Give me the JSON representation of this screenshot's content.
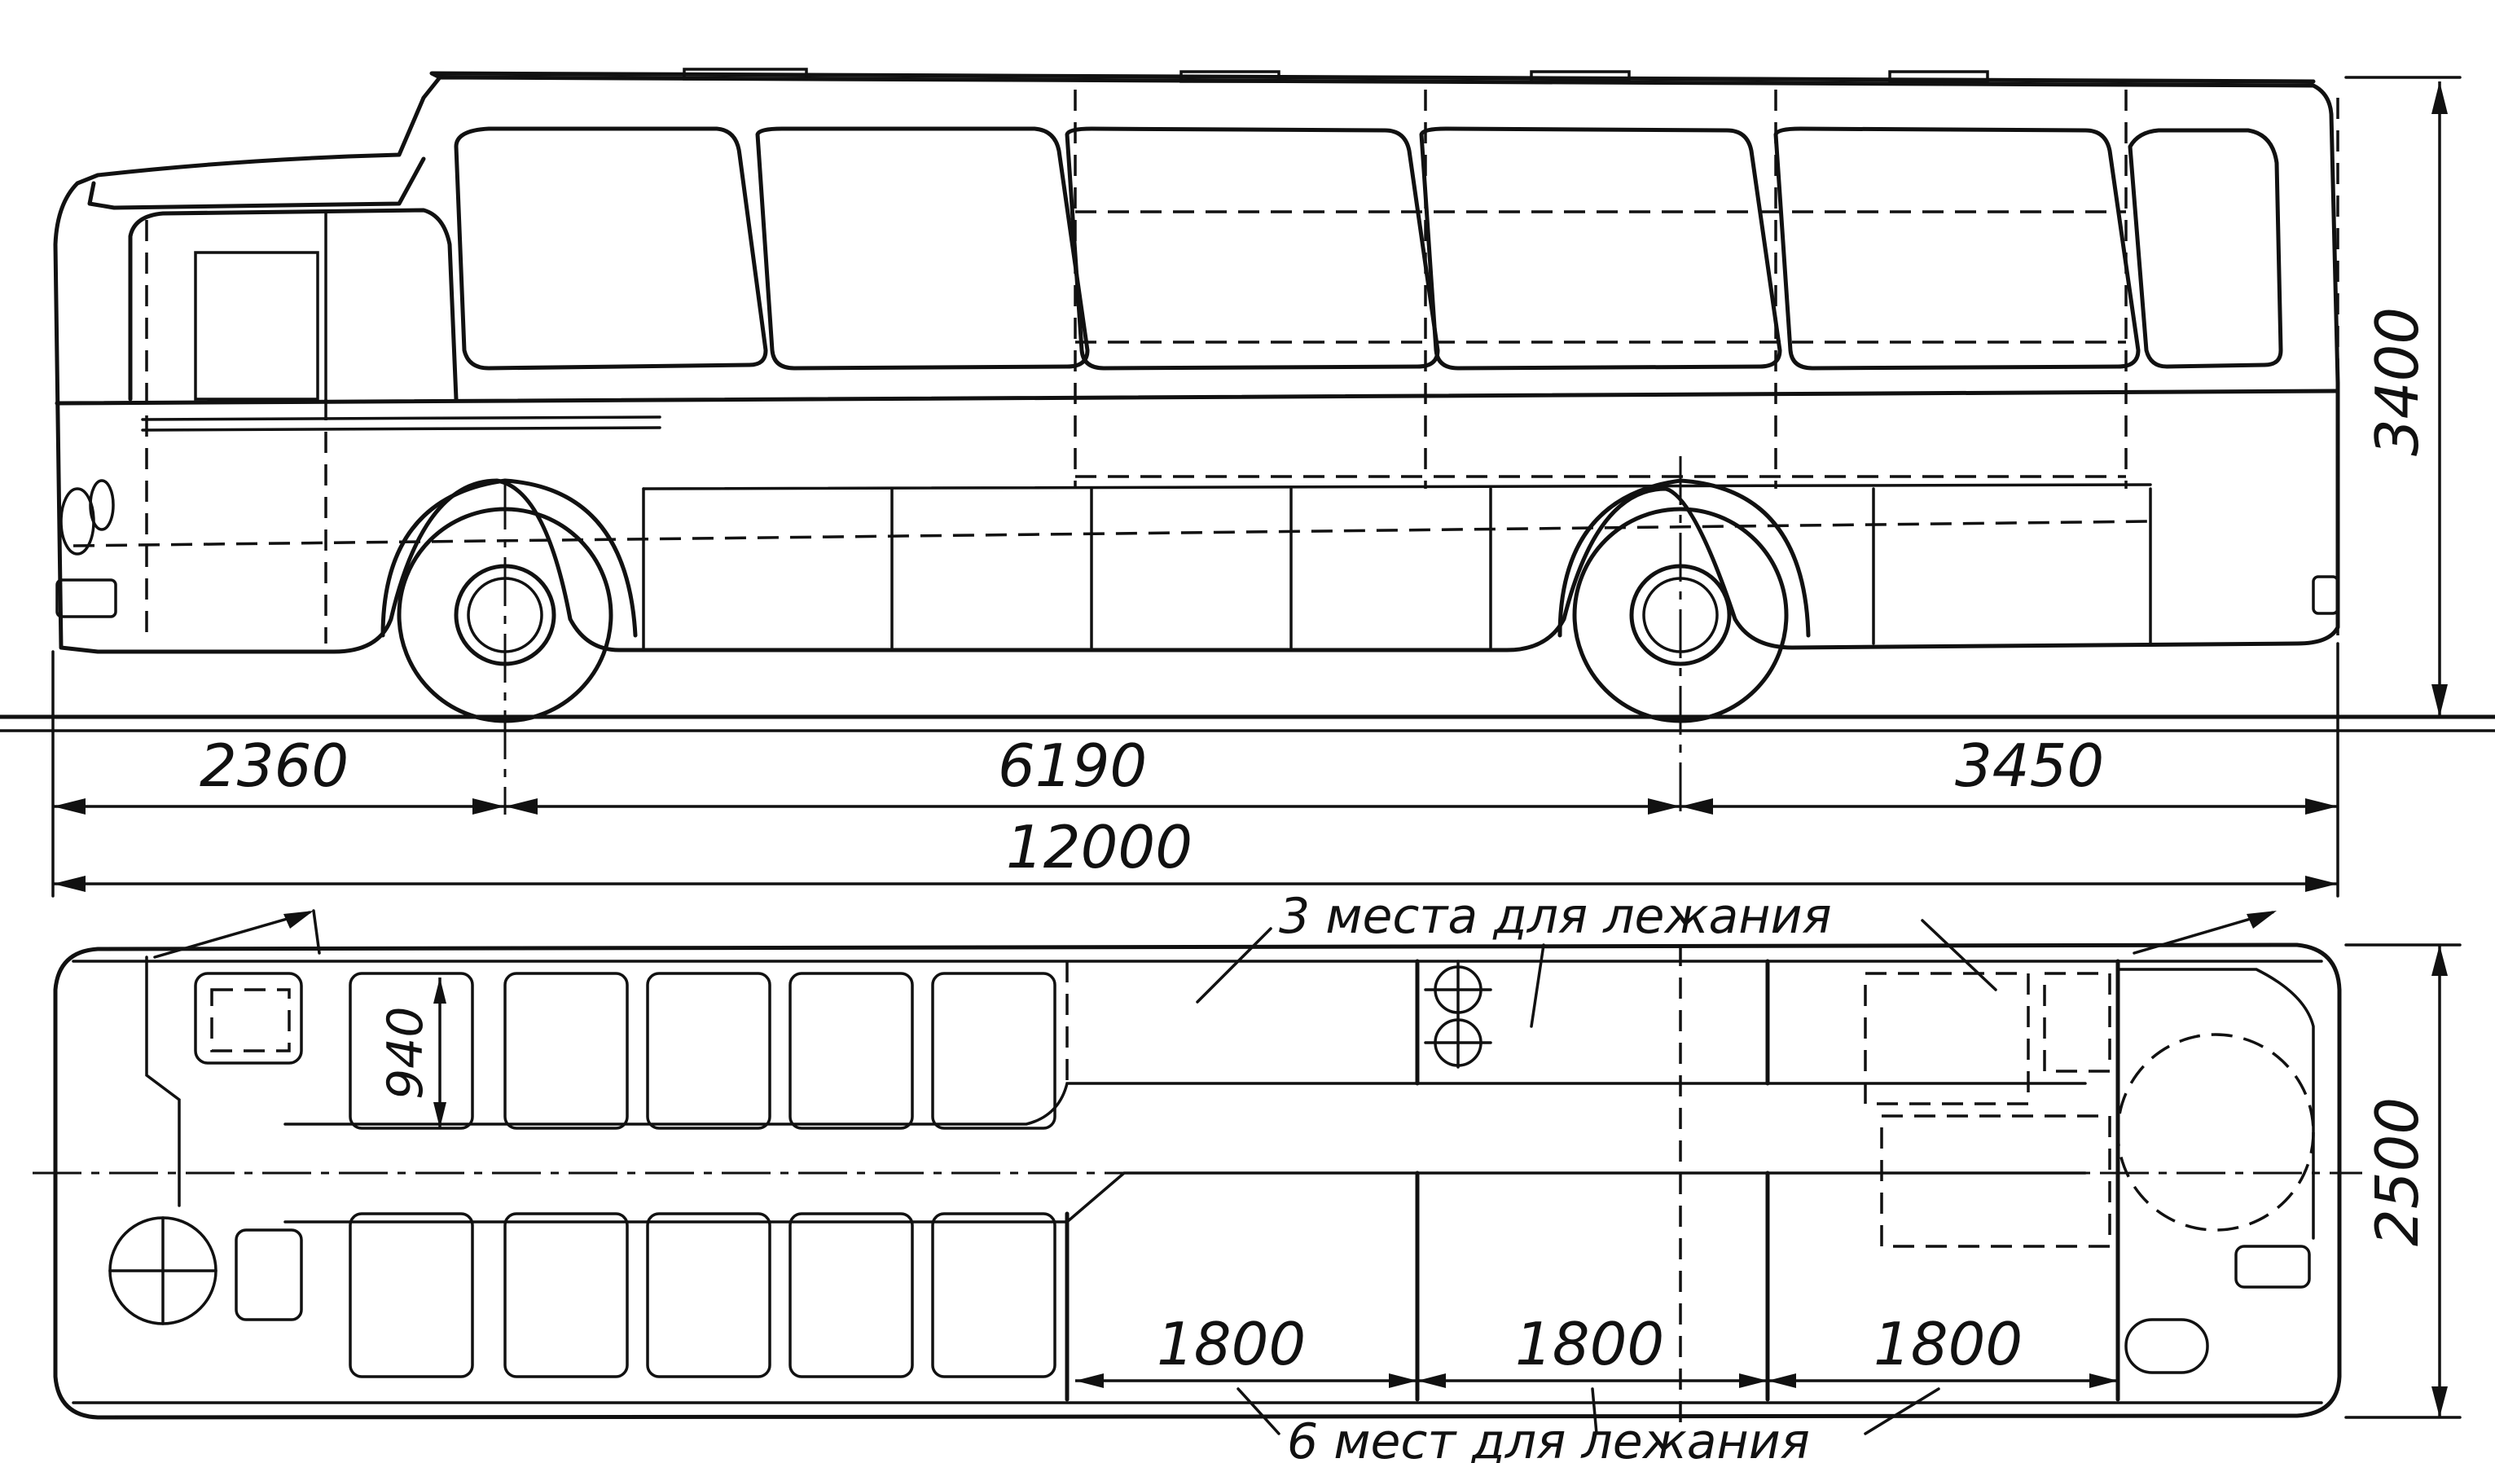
{
  "dimensions": {
    "front_overhang": "2360",
    "wheelbase": "6190",
    "rear_overhang": "3450",
    "total_length": "12000",
    "height": "3400",
    "width": "2500",
    "seat_spacing": "940",
    "berth_1": "1800",
    "berth_2": "1800",
    "berth_3": "1800"
  },
  "annotations": {
    "upper_berths": "3 места для лежания",
    "lower_berths": "6 мест для лежания"
  }
}
